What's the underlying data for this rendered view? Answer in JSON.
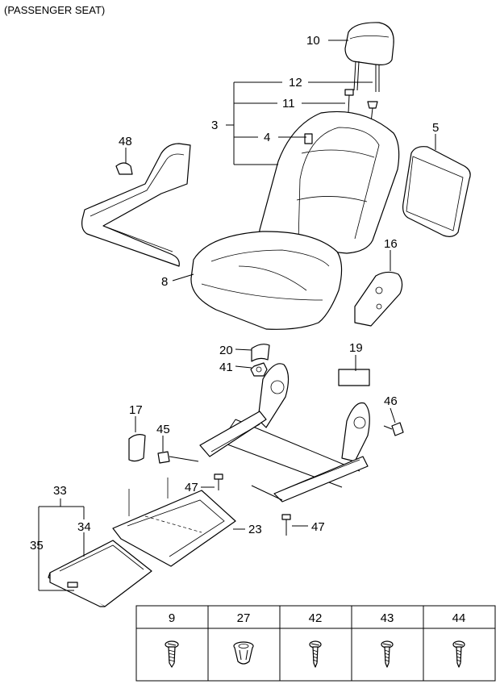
{
  "title": "(PASSENGER SEAT)",
  "callouts": {
    "c10": "10",
    "c12": "12",
    "c11": "11",
    "c3": "3",
    "c4": "4",
    "c5": "5",
    "c48": "48",
    "c8": "8",
    "c16": "16",
    "c20": "20",
    "c41": "41",
    "c19": "19",
    "c46": "46",
    "c17": "17",
    "c45": "45",
    "c47a": "47",
    "c33": "33",
    "c34": "34",
    "c35": "35",
    "c23": "23",
    "c47b": "47"
  },
  "table": {
    "headers": [
      "9",
      "27",
      "42",
      "43",
      "44"
    ],
    "icons": [
      "screw-icon",
      "clip-icon",
      "screw-icon",
      "screw-icon",
      "screw-icon"
    ]
  }
}
